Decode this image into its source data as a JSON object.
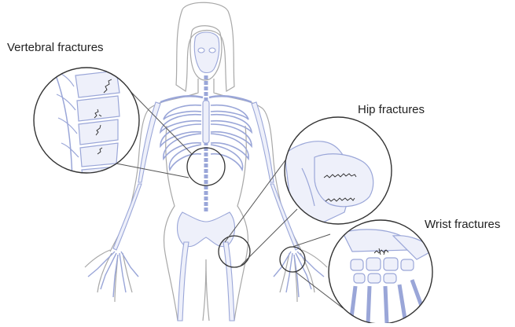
{
  "labels": {
    "vertebral": "Vertebral fractures",
    "hip": "Hip fractures",
    "wrist": "Wrist fractures"
  },
  "colors": {
    "body_outline": "#a8a8a8",
    "skeleton": "#9aa6d8",
    "skeleton_fill": "#eef0fa",
    "fracture": "#2a2a2a",
    "callout_line": "#555555",
    "text": "#222222"
  }
}
